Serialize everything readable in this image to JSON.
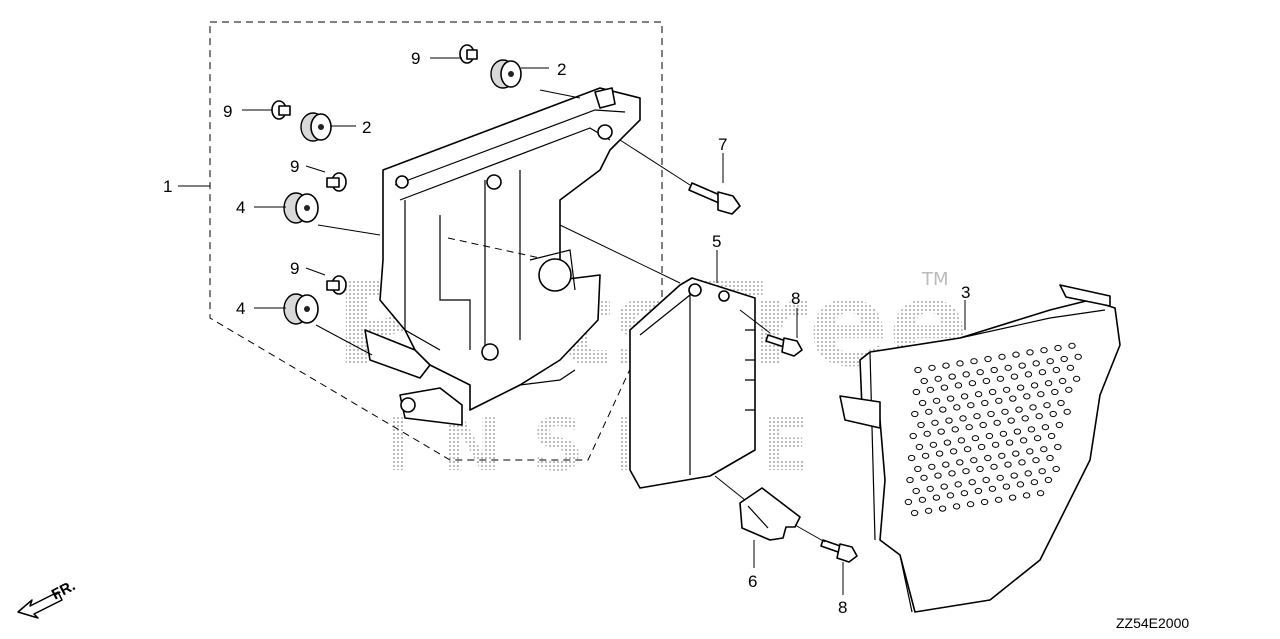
{
  "watermark": {
    "brand": "PartsTree",
    "trademark": "TM",
    "sub": "INSIDE"
  },
  "direction_label": "FR.",
  "diagram_code": "ZZ54E2000",
  "callouts": [
    {
      "id": "c1",
      "text": "1"
    },
    {
      "id": "c2a",
      "text": "2"
    },
    {
      "id": "c2b",
      "text": "2"
    },
    {
      "id": "c3",
      "text": "3"
    },
    {
      "id": "c4a",
      "text": "4"
    },
    {
      "id": "c4b",
      "text": "4"
    },
    {
      "id": "c5",
      "text": "5"
    },
    {
      "id": "c6",
      "text": "6"
    },
    {
      "id": "c7",
      "text": "7"
    },
    {
      "id": "c8a",
      "text": "8"
    },
    {
      "id": "c8b",
      "text": "8"
    },
    {
      "id": "c9a",
      "text": "9"
    },
    {
      "id": "c9b",
      "text": "9"
    },
    {
      "id": "c9c",
      "text": "9"
    },
    {
      "id": "c9d",
      "text": "9"
    }
  ]
}
